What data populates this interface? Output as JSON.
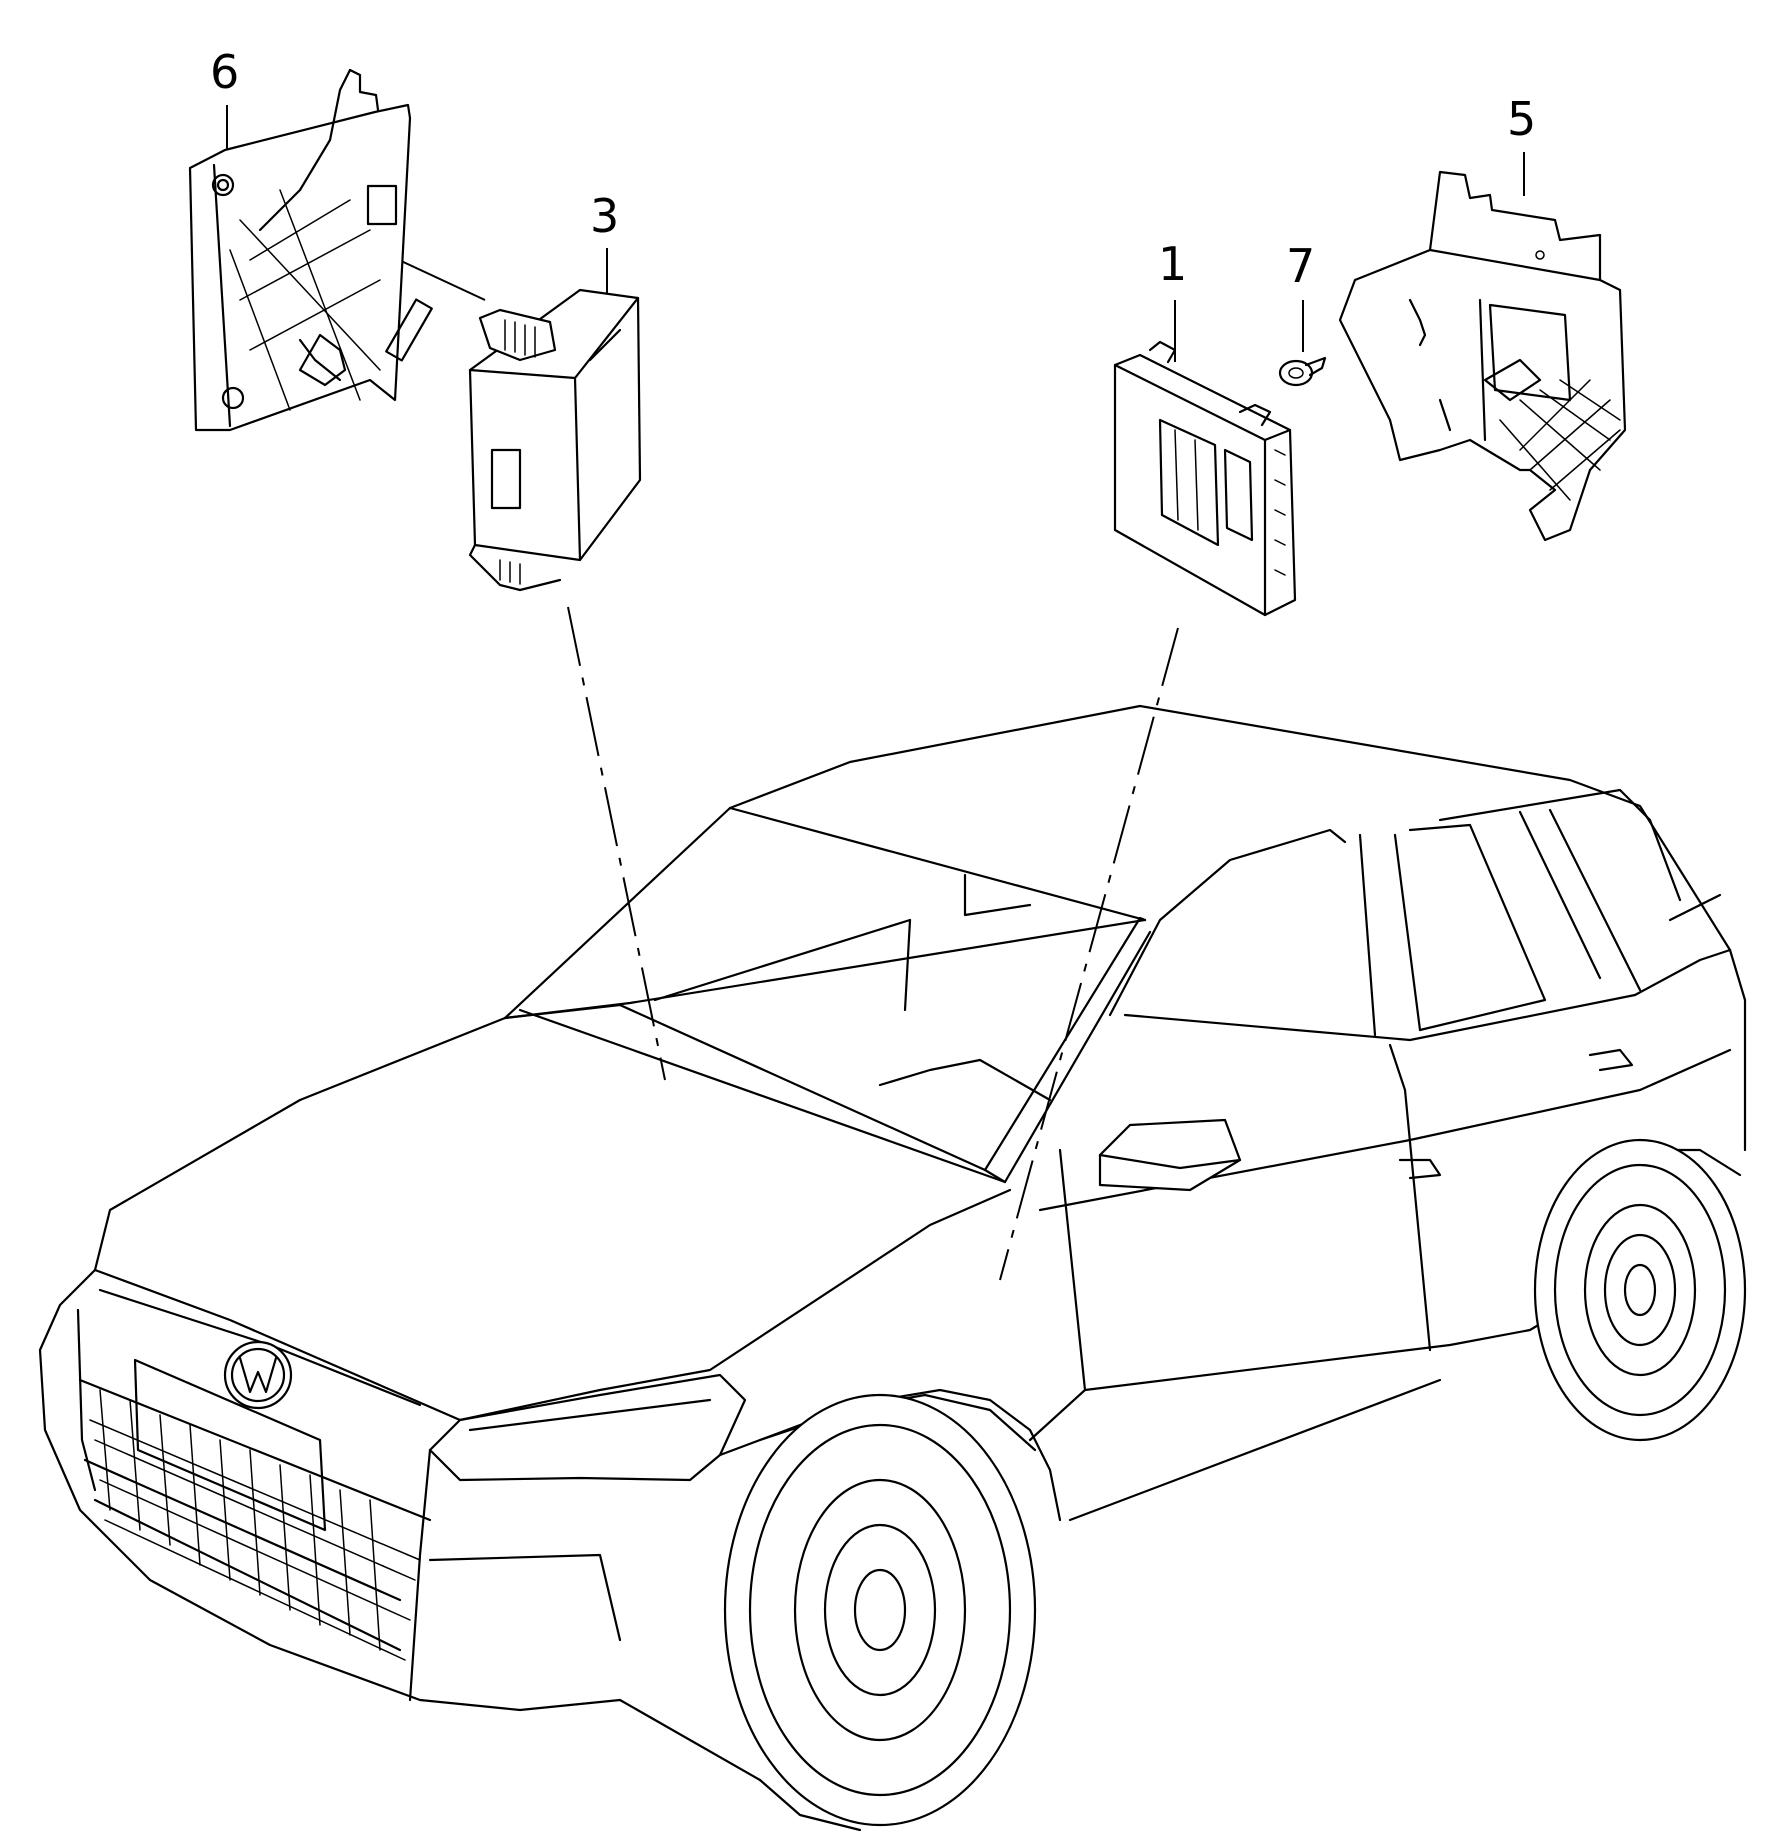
{
  "callouts": {
    "part_1": "1",
    "part_3": "3",
    "part_5": "5",
    "part_6": "6",
    "part_7": "7"
  },
  "colors": {
    "line": "#000000",
    "background": "#ffffff"
  }
}
